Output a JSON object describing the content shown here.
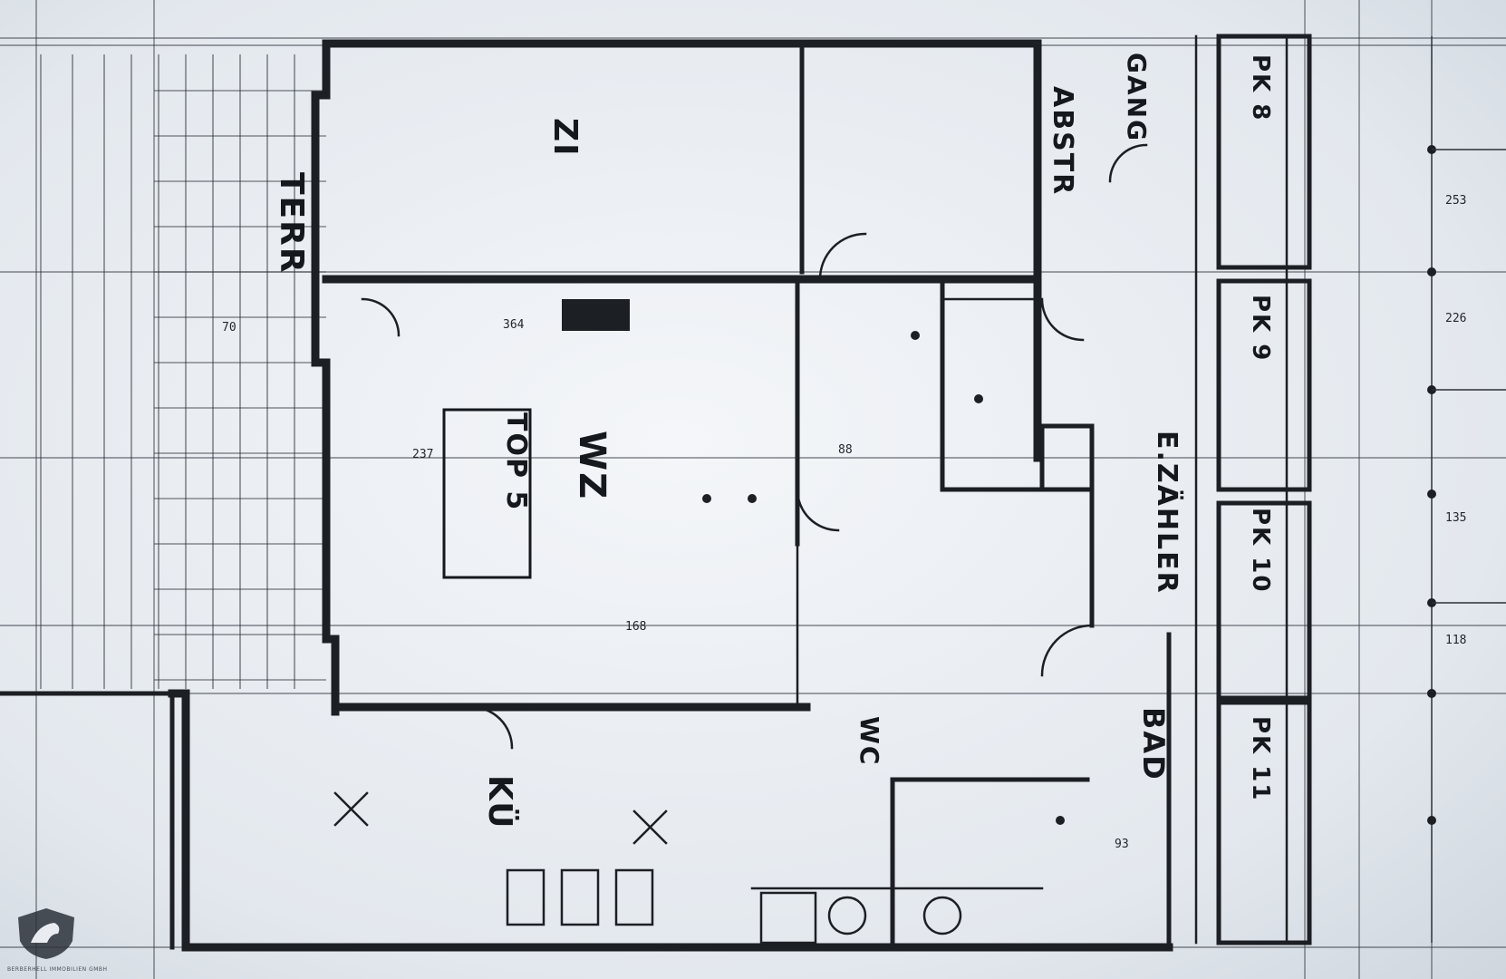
{
  "plan": {
    "unit_label": "TOP 5",
    "rooms": {
      "terr": "TERR",
      "zi": "ZI",
      "abstr": "ABSTR",
      "gang": "GANG",
      "wz": "WZ",
      "ezaehler": "E.ZÄHLER",
      "bad": "BAD",
      "kue": "KÜ",
      "wc": "WC",
      "pk8": "PK 8",
      "pk9": "PK 9",
      "pk10": "PK 10",
      "pk11": "PK 11"
    },
    "dimensions": [
      "364",
      "70",
      "237",
      "168",
      "88",
      "93",
      "118",
      "135",
      "253",
      "226"
    ]
  },
  "brand": {
    "name": "BERBERHELL IMMOBILIEN GMBH"
  }
}
